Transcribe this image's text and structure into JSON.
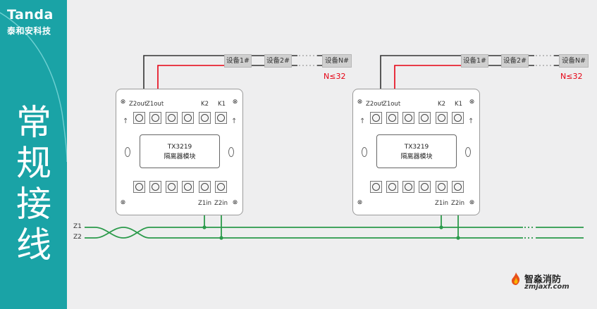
{
  "brand": {
    "name_en": "Tanda",
    "name_cn": "泰和安科技"
  },
  "sidebar": {
    "title_chars": [
      "常",
      "规",
      "接",
      "线"
    ]
  },
  "colors": {
    "accent": "#1aa3a6",
    "signal_wire": "#e60012",
    "bus_wire": "#2a9a4a",
    "device_wire": "#333333"
  },
  "devices": [
    "设备1#",
    "设备2#",
    "设备N#"
  ],
  "device_limit": "N≤32",
  "modules": [
    {
      "terminal_top_labels": [
        "Z2out",
        "Z1out",
        "K2",
        "K1"
      ],
      "model": "TX3219",
      "name": "隔离器模块",
      "terminal_bottom_labels": [
        "Z1in",
        "Z2in"
      ]
    },
    {
      "terminal_top_labels": [
        "Z2out",
        "Z1out",
        "K2",
        "K1"
      ],
      "model": "TX3219",
      "name": "隔离器模块",
      "terminal_bottom_labels": [
        "Z1in",
        "Z2in"
      ]
    }
  ],
  "bus": {
    "z1_label": "Z1",
    "z2_label": "Z2"
  },
  "logo": {
    "name_cn": "智淼消防",
    "url": "zmjaxf.com",
    "icon": "flame-icon"
  }
}
